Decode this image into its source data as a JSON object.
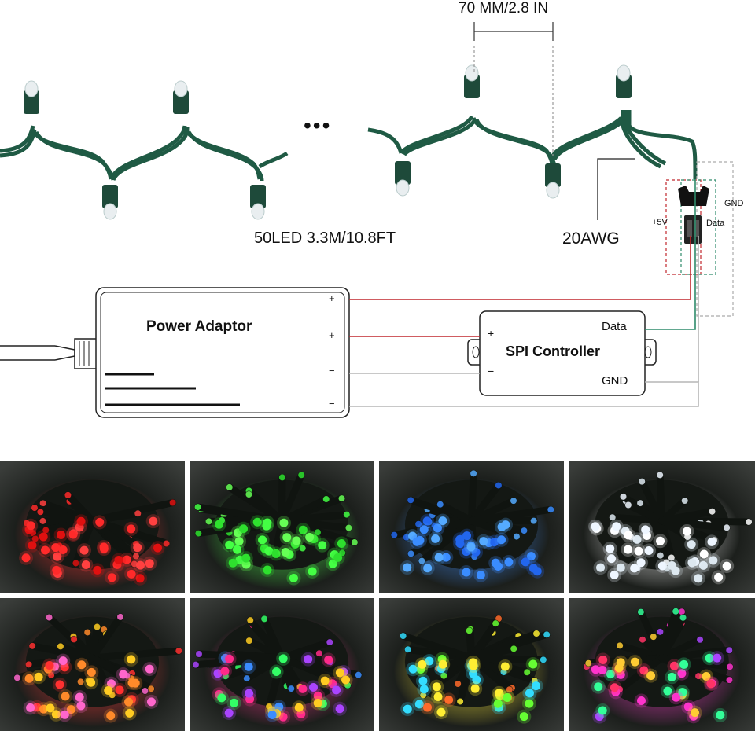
{
  "diagram": {
    "spacing_label": "70 MM/2.8 IN",
    "string_label": "50LED 3.3M/10.8FT",
    "wire_label": "20AWG",
    "connector_labels": {
      "plus5v": "+5V",
      "gnd": "GND",
      "data": "Data"
    },
    "power_adaptor": {
      "title": "Power Adaptor",
      "terminals": [
        "+",
        "+",
        "−",
        "−"
      ]
    },
    "spi_controller": {
      "title": "SPI Controller",
      "data_label": "Data",
      "gnd_label": "GND",
      "plus": "+",
      "minus": "−"
    },
    "ellipsis": "•••",
    "colors": {
      "wire_red": "#c1272d",
      "wire_green": "#2e8b6b",
      "wire_gray": "#b5b5b5",
      "led_cable": "#1f5a44"
    }
  },
  "photos": [
    {
      "name": "red",
      "palette": [
        "#ff2a2a",
        "#ff4040",
        "#e01010"
      ]
    },
    {
      "name": "green",
      "palette": [
        "#44ff44",
        "#66ff55",
        "#2ee02e"
      ]
    },
    {
      "name": "blue",
      "palette": [
        "#3a8cff",
        "#55aaff",
        "#2266ee"
      ]
    },
    {
      "name": "white",
      "palette": [
        "#ffffff",
        "#eef6ff",
        "#dde8f0"
      ]
    },
    {
      "name": "warm-mix",
      "palette": [
        "#ff3030",
        "#ffcc22",
        "#ff8a2a",
        "#ff66cc"
      ]
    },
    {
      "name": "rainbow-mix",
      "palette": [
        "#ff2a8a",
        "#33ff66",
        "#3a8cff",
        "#ffcc22",
        "#aa44ff"
      ]
    },
    {
      "name": "green-yellow-mix",
      "palette": [
        "#ffee33",
        "#66ff33",
        "#ff6a2a",
        "#33ddff"
      ]
    },
    {
      "name": "pink-mix",
      "palette": [
        "#ff33cc",
        "#ff3366",
        "#aa44ff",
        "#ffcc33",
        "#33ff99"
      ]
    }
  ]
}
